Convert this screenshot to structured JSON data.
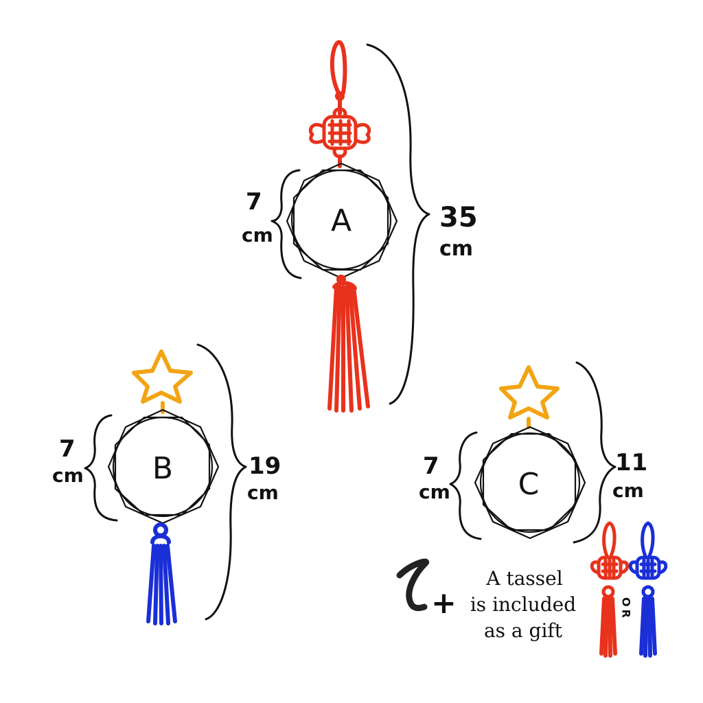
{
  "colors": {
    "ink": "#111111",
    "red": "#e8321c",
    "blue": "#1a2fd6",
    "gold": "#f2a413"
  },
  "ornaments": [
    {
      "letter": "A",
      "width_value": "7",
      "width_unit": "cm",
      "height_value": "35",
      "height_unit": "cm",
      "top": "red-chinese-knot",
      "tassel": "red"
    },
    {
      "letter": "B",
      "width_value": "7",
      "width_unit": "cm",
      "height_value": "19",
      "height_unit": "cm",
      "top": "gold-star",
      "tassel": "blue"
    },
    {
      "letter": "C",
      "width_value": "7",
      "width_unit": "cm",
      "height_value": "11",
      "height_unit": "cm",
      "top": "gold-star",
      "tassel": "none"
    }
  ],
  "gift": {
    "plus": "+",
    "line1": "A tassel",
    "line2": "is included",
    "line3": "as a gift",
    "or_label": "OR",
    "options": [
      "red",
      "blue"
    ]
  }
}
